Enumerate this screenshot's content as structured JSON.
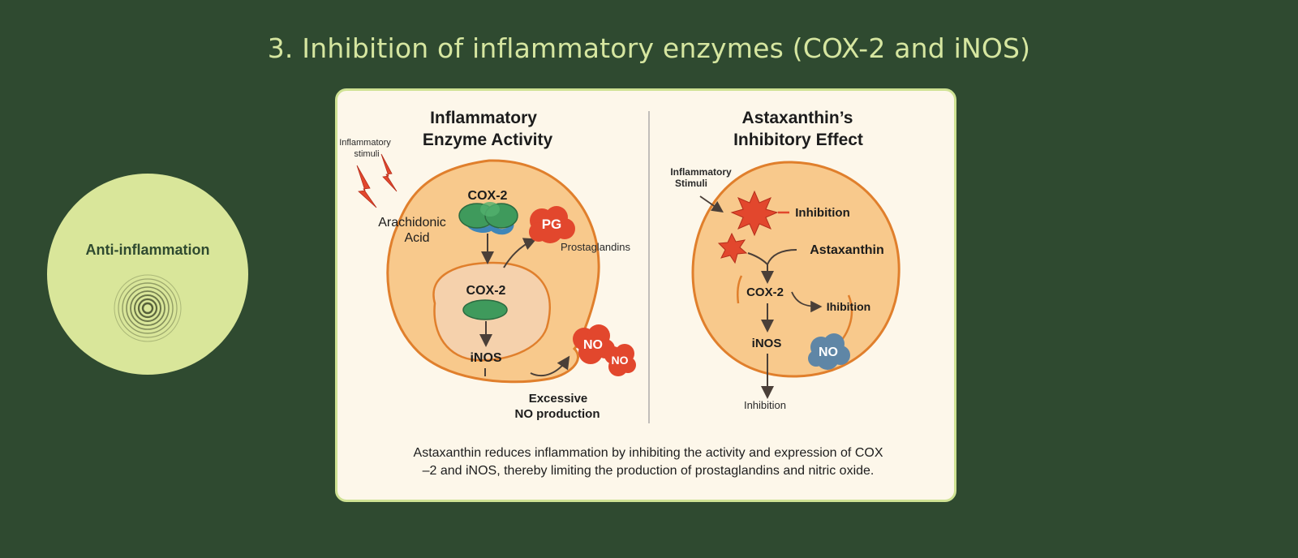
{
  "slide": {
    "title": "3. Inhibition of inflammatory enzymes (COX-2 and iNOS)"
  },
  "badge": {
    "label": "Anti-inflammation",
    "icon": "concentric-rings-icon"
  },
  "diagram": {
    "left_panel": {
      "heading_line1": "Inflammatory",
      "heading_line2": "Enzyme Activity",
      "stimuli_line1": "Inflammatory",
      "stimuli_line2": "stimuli",
      "cox2_top": "COX-2",
      "arachidonic_line1": "Arachidonic",
      "arachidonic_line2": "Acid",
      "pg_badge": "PG",
      "prostaglandins": "Prostaglandins",
      "cox2_inner": "COX-2",
      "inos": "iNOS",
      "no_1": "NO",
      "no_2": "NO",
      "excessive_line1": "Excessive",
      "excessive_line2": "NO production"
    },
    "right_panel": {
      "heading_line1": "Astaxanthin’s",
      "heading_line2": "Inhibitory Effect",
      "stimuli_line1": "Inflammatory",
      "stimuli_line2": "Stimuli",
      "inhibition_top": "Inhibition",
      "astaxanthin": "Astaxanthin",
      "cox2": "COX-2",
      "ihibition_mid": "Ihibition",
      "inos": "iNOS",
      "no_badge": "NO",
      "inhibition_bottom": "Inhibition"
    },
    "caption_line1": "Astaxanthin reduces inflammation by inhibiting the activity and expression of COX",
    "caption_line2": "–2 and iNOS, thereby limiting the production of prostaglandins and nitric oxide.",
    "colors": {
      "background": "#2f4a30",
      "title": "#d6e6a0",
      "badge": "#d9e69a",
      "card": "#fdf7ea",
      "cell_fill": "#f8c98c",
      "cell_stroke": "#e07f2c",
      "enzyme_green": "#3f9a5c",
      "red": "#e2472d",
      "blue_no": "#5f86a6"
    }
  }
}
